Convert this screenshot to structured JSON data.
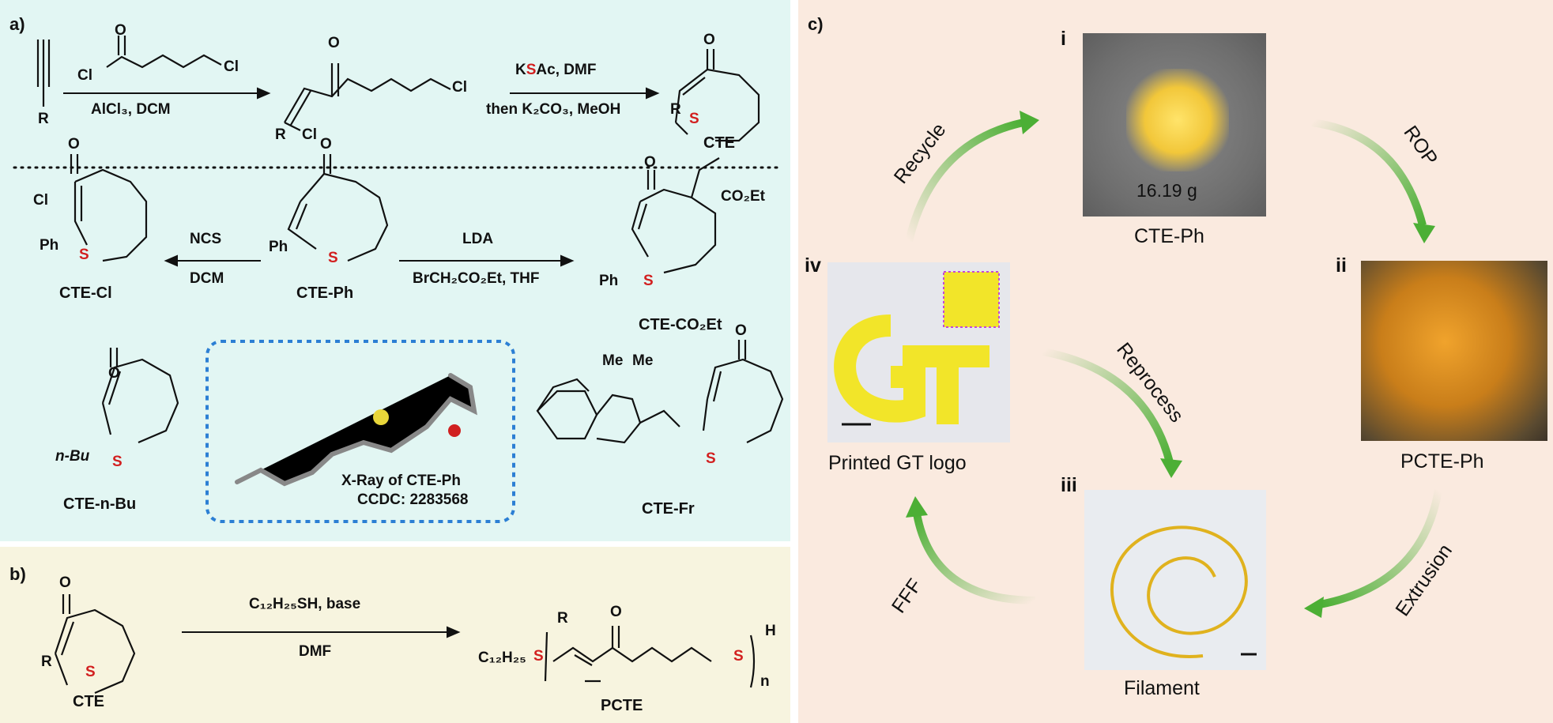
{
  "panel_a": {
    "label": "a)",
    "step1": {
      "conditions": "AlCl₃, DCM"
    },
    "step2": {
      "conditions_top_pre": "K",
      "conditions_top_S": "S",
      "conditions_top_post": "Ac, DMF",
      "conditions_bottom": "then K₂CO₃, MeOH"
    },
    "molecules": {
      "cte": "CTE",
      "cte_cl": "CTE-Cl",
      "cte_ph": "CTE-Ph",
      "cte_co2et": "CTE-CO₂Et",
      "cte_nbu": "CTE-n-Bu",
      "cte_fr": "CTE-Fr"
    },
    "ncs": {
      "top": "NCS",
      "bottom": "DCM"
    },
    "lda": {
      "top": "LDA",
      "bottom": "BrCH₂CO₂Et, THF"
    },
    "xray": {
      "line1": "X-Ray of CTE-Ph",
      "line2": "CCDC: 2283568"
    },
    "atoms": {
      "cl": "Cl",
      "r": "R",
      "o": "O",
      "s": "S",
      "ph": "Ph",
      "me": "Me",
      "co2et": "CO₂Et",
      "nbu": "n-Bu"
    }
  },
  "panel_b": {
    "label": "b)",
    "conditions_top": "C₁₂H₂₅SH, base",
    "conditions_bottom": "DMF",
    "reactant": "CTE",
    "product": "PCTE",
    "end_group": "C₁₂H₂₅",
    "subscript_n": "n",
    "h": "H"
  },
  "panel_c": {
    "label": "c)",
    "stages": [
      {
        "numeral": "i",
        "caption": "CTE-Ph",
        "overlay": "16.19 g"
      },
      {
        "numeral": "ii",
        "caption": "PCTE-Ph"
      },
      {
        "numeral": "iii",
        "caption": "Filament"
      },
      {
        "numeral": "iv",
        "caption": "Printed GT  logo"
      }
    ],
    "arrows": {
      "ab": "ROP",
      "bc": "Extrusion",
      "cd": "FFF",
      "da": "Recycle",
      "center": "Reprocess"
    },
    "colors": {
      "arrow_green": "#4caf35"
    }
  }
}
